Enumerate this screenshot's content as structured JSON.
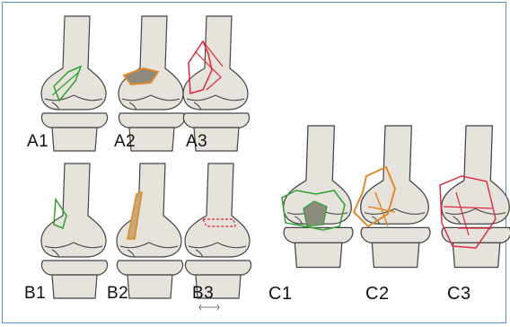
{
  "figure": {
    "colors": {
      "border": "#5b8fd0",
      "bone_fill": "#e6e3dd",
      "outline": "#444444",
      "fracture_green": "#2ea12e",
      "fracture_orange": "#e08a2b",
      "fracture_red": "#e0263a"
    },
    "panels": [
      {
        "label": "A1",
        "fracture_color": "green"
      },
      {
        "label": "A2",
        "fracture_color": "orange"
      },
      {
        "label": "A3",
        "fracture_color": "red"
      },
      {
        "label": "B1",
        "fracture_color": "green"
      },
      {
        "label": "B2",
        "fracture_color": "orange"
      },
      {
        "label": "B3",
        "fracture_color": "red"
      },
      {
        "label": "C1",
        "fracture_color": "green"
      },
      {
        "label": "C2",
        "fracture_color": "orange"
      },
      {
        "label": "C3",
        "fracture_color": "red"
      }
    ]
  }
}
